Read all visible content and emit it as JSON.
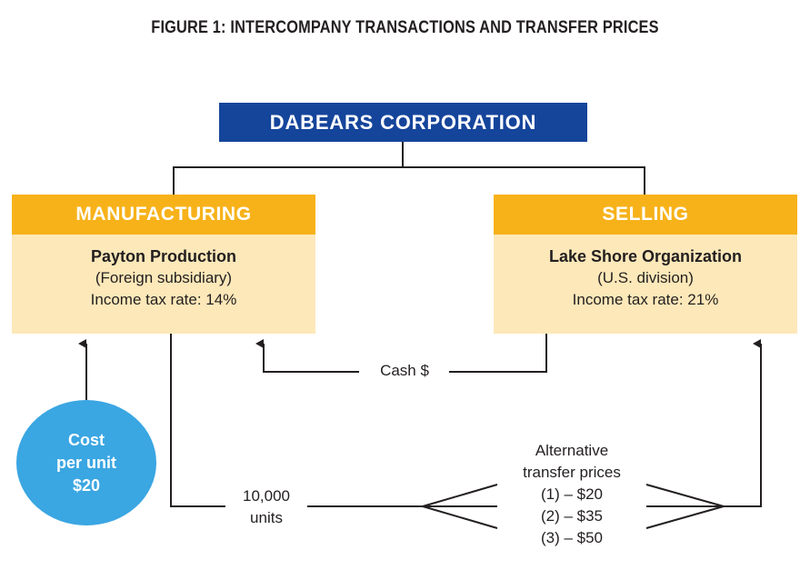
{
  "title": "FIGURE 1: INTERCOMPANY TRANSACTIONS AND TRANSFER PRICES",
  "corporation": "DABEARS CORPORATION",
  "manufacturing": {
    "header": "MANUFACTURING",
    "name": "Payton Production",
    "type": "(Foreign subsidiary)",
    "tax": "Income tax rate: 14%"
  },
  "selling": {
    "header": "SELLING",
    "name": "Lake Shore Organization",
    "type": "(U.S. division)",
    "tax": "Income tax rate: 21%"
  },
  "cost": {
    "line1": "Cost",
    "line2": "per unit",
    "line3": "$20"
  },
  "cash_label": "Cash $",
  "units": {
    "line1": "10,000",
    "line2": "units"
  },
  "transfer": {
    "heading1": "Alternative",
    "heading2": "transfer prices",
    "options": [
      "(1) – $20",
      "(2) – $35",
      "(3) – $50"
    ]
  },
  "colors": {
    "corporation_fill": "#15459b",
    "header_fill": "#f7b21a",
    "box_fill": "#fde8b9",
    "circle_fill": "#3aa6e2",
    "line_color": "#231f20"
  }
}
